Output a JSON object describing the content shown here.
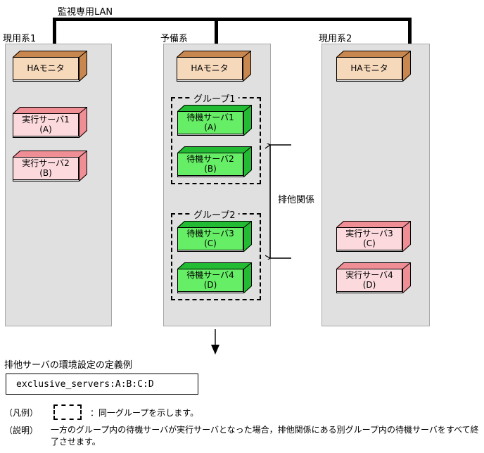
{
  "diagram": {
    "lan": {
      "label": "監視専用LAN"
    },
    "systems": [
      {
        "name": "active-system-1",
        "label": "現用系1",
        "nodes": [
          {
            "id": "ha-monitor-1",
            "title": "HAモニタ",
            "sub": "",
            "color": "beige"
          },
          {
            "id": "exec-server-1",
            "title": "実行サーバ1",
            "sub": "(A)",
            "color": "pink"
          },
          {
            "id": "exec-server-2",
            "title": "実行サーバ2",
            "sub": "(B)",
            "color": "pink"
          }
        ]
      },
      {
        "name": "standby-system",
        "label": "予備系",
        "nodes": [
          {
            "id": "ha-monitor-2",
            "title": "HAモニタ",
            "sub": "",
            "color": "beige"
          },
          {
            "id": "standby-server-1",
            "title": "待機サーバ1",
            "sub": "(A)",
            "color": "green"
          },
          {
            "id": "standby-server-2",
            "title": "待機サーバ2",
            "sub": "(B)",
            "color": "green"
          },
          {
            "id": "standby-server-3",
            "title": "待機サーバ3",
            "sub": "(C)",
            "color": "green"
          },
          {
            "id": "standby-server-4",
            "title": "待機サーバ4",
            "sub": "(D)",
            "color": "green"
          }
        ],
        "groups": [
          {
            "id": "group-1",
            "label": "グループ1",
            "members": [
              "待機サーバ1",
              "待機サーバ2"
            ]
          },
          {
            "id": "group-2",
            "label": "グループ2",
            "members": [
              "待機サーバ3",
              "待機サーバ4"
            ]
          }
        ]
      },
      {
        "name": "active-system-2",
        "label": "現用系2",
        "nodes": [
          {
            "id": "ha-monitor-3",
            "title": "HAモニタ",
            "sub": "",
            "color": "beige"
          },
          {
            "id": "exec-server-3",
            "title": "実行サーバ3",
            "sub": "(C)",
            "color": "pink"
          },
          {
            "id": "exec-server-4",
            "title": "実行サーバ4",
            "sub": "(D)",
            "color": "pink"
          }
        ]
      }
    ],
    "relation": {
      "label": "排他関係"
    }
  },
  "definition": {
    "title": "排他サーバの環境設定の定義例",
    "code": "exclusive_servers:A:B:C:D"
  },
  "legend": {
    "key_label": "（凡例）",
    "key_text": "：同一グループを示します。",
    "note_label": "（説明）",
    "note_text": "一方のグループ内の待機サーバが実行サーバとなった場合，排他関係にある別グループ内の待機サーバをすべて終了させます。"
  },
  "colors": {
    "panel_background": "#e0e0e0",
    "beige_face": "#f6d8bb",
    "beige_shade": "#c8874f",
    "pink_face": "#fbd9dc",
    "pink_shade": "#f08e95",
    "green_face": "#66ee66",
    "green_shade": "#22bb33",
    "line": "#000000"
  }
}
